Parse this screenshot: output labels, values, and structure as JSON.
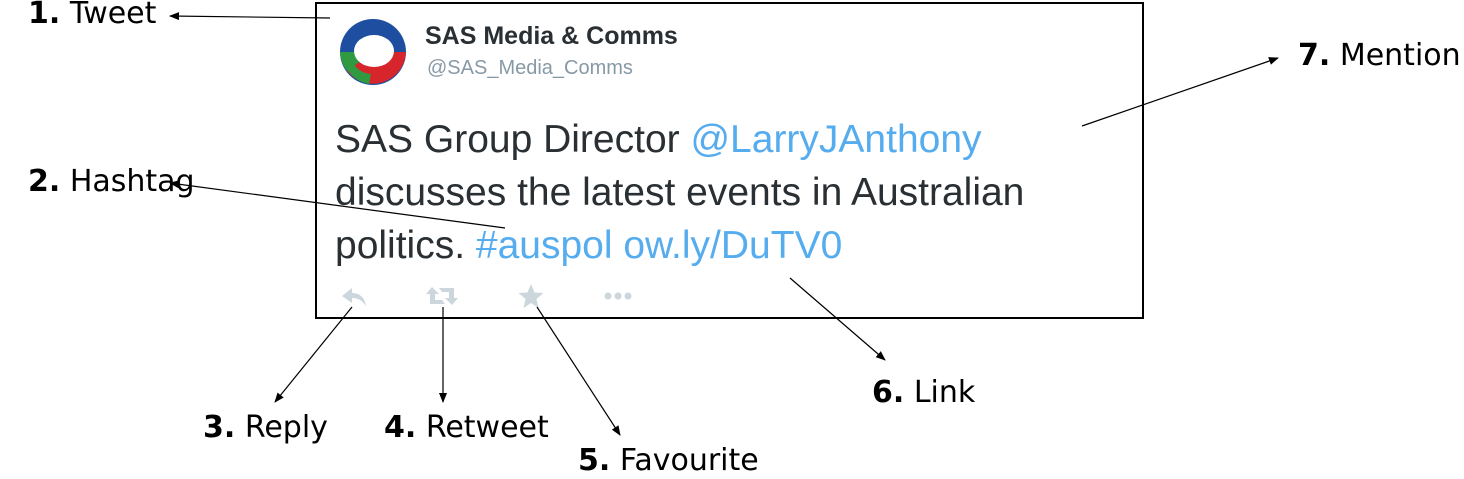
{
  "tweet": {
    "author_name": "SAS Media & Comms",
    "author_handle": "@SAS_Media_Comms",
    "text_line1_prefix": "SAS Group Director ",
    "mention": "@LarryJAnthony",
    "text_line2": "discusses the latest events in Australian",
    "text_line3_prefix": "politics. ",
    "hashtag": "#auspol",
    "link": "ow.ly/DuTV0",
    "actions": [
      "reply-icon",
      "retweet-icon",
      "favourite-icon",
      "more-icon"
    ],
    "colors": {
      "entity": "#55acee",
      "text": "#292f33",
      "handle": "#8899a6",
      "icon": "#ccd6dd"
    }
  },
  "callouts": [
    {
      "number": "1.",
      "label": "Tweet"
    },
    {
      "number": "2.",
      "label": "Hashtag"
    },
    {
      "number": "3.",
      "label": "Reply"
    },
    {
      "number": "4.",
      "label": "Retweet"
    },
    {
      "number": "5.",
      "label": "Favourite"
    },
    {
      "number": "6.",
      "label": "Link"
    },
    {
      "number": "7.",
      "label": "Mention"
    }
  ]
}
